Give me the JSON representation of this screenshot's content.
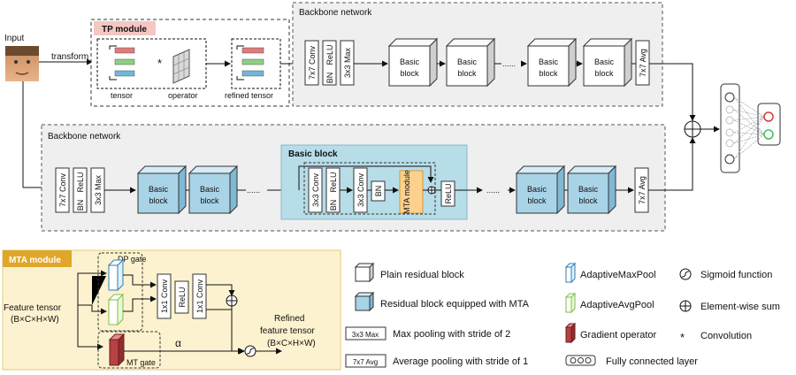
{
  "input": {
    "label": "Input",
    "transform": "transform"
  },
  "tp": {
    "title": "TP module",
    "tensor": "tensor",
    "operator": "operator",
    "refined": "refined tensor",
    "star": "*"
  },
  "backbone": {
    "title": "Backbone network"
  },
  "layers": {
    "conv7": "7x7 Conv",
    "bn": "BN",
    "relu": "ReLU",
    "max3": "3x3 Max",
    "avg7": "7x7 Avg",
    "conv3": "3x3 Conv",
    "mta_module": "MTA module",
    "basic_line1": "Basic",
    "basic_line2": "block",
    "dots": "......"
  },
  "basic_block": {
    "title": "Basic block"
  },
  "mta": {
    "title": "MTA module",
    "dp_gate": "DP gate",
    "mt_gate": "MT gate",
    "conv1": "1x1 Conv",
    "relu": "ReLU",
    "feature_line1": "Feature tensor",
    "feature_line2": "(B×C×H×W)",
    "refined_line1": "Refined",
    "refined_line2": "feature tensor",
    "refined_line3": "(B×C×H×W)",
    "alpha": "α"
  },
  "legend": {
    "plain": "Plain residual block",
    "mta_block": "Residual block equipped with MTA",
    "max_box": "3x3 Max",
    "max_text": "Max pooling with stride of 2",
    "avg_box": "7x7 Avg",
    "avg_text": "Average pooling with stride of 1",
    "amax": "AdaptiveMaxPool",
    "aavg": "AdaptiveAvgPool",
    "grad": "Gradient operator",
    "sigmoid": "Sigmoid function",
    "sum": "Element-wise sum",
    "conv": "Convolution",
    "conv_star": "*",
    "fc": "Fully connected layer"
  },
  "colors": {
    "tp_header": "#f4c7c3",
    "mta_header": "#e0a62a",
    "mta_panel": "#fdf2cf",
    "basic_panel": "#b7dde8",
    "cube_blue": "#a9d3e6",
    "mta_orange": "#fcd18e",
    "grad_red": "#b74242",
    "fc_red": "#d93a3a",
    "fc_green": "#3fbf5f"
  }
}
